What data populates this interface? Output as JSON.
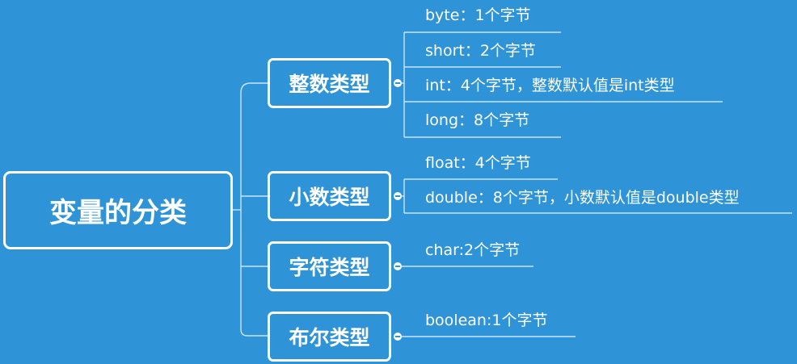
{
  "root": {
    "label": "变量的分类"
  },
  "categories": [
    {
      "label": "整数类型",
      "items": [
        "byte：1个字节",
        "short：2个字节",
        "int：4个字节，整数默认值是int类型",
        "long：8个字节"
      ]
    },
    {
      "label": "小数类型",
      "items": [
        "float：4个字节",
        "double：8个字节，小数默认值是double类型"
      ]
    },
    {
      "label": "字符类型",
      "items": [
        "char:2个字节"
      ]
    },
    {
      "label": "布尔类型",
      "items": [
        "boolean:1个字节"
      ]
    }
  ],
  "colors": {
    "background": "#2f93d8",
    "line": "#c9e4f7",
    "text": "#ffffff"
  }
}
